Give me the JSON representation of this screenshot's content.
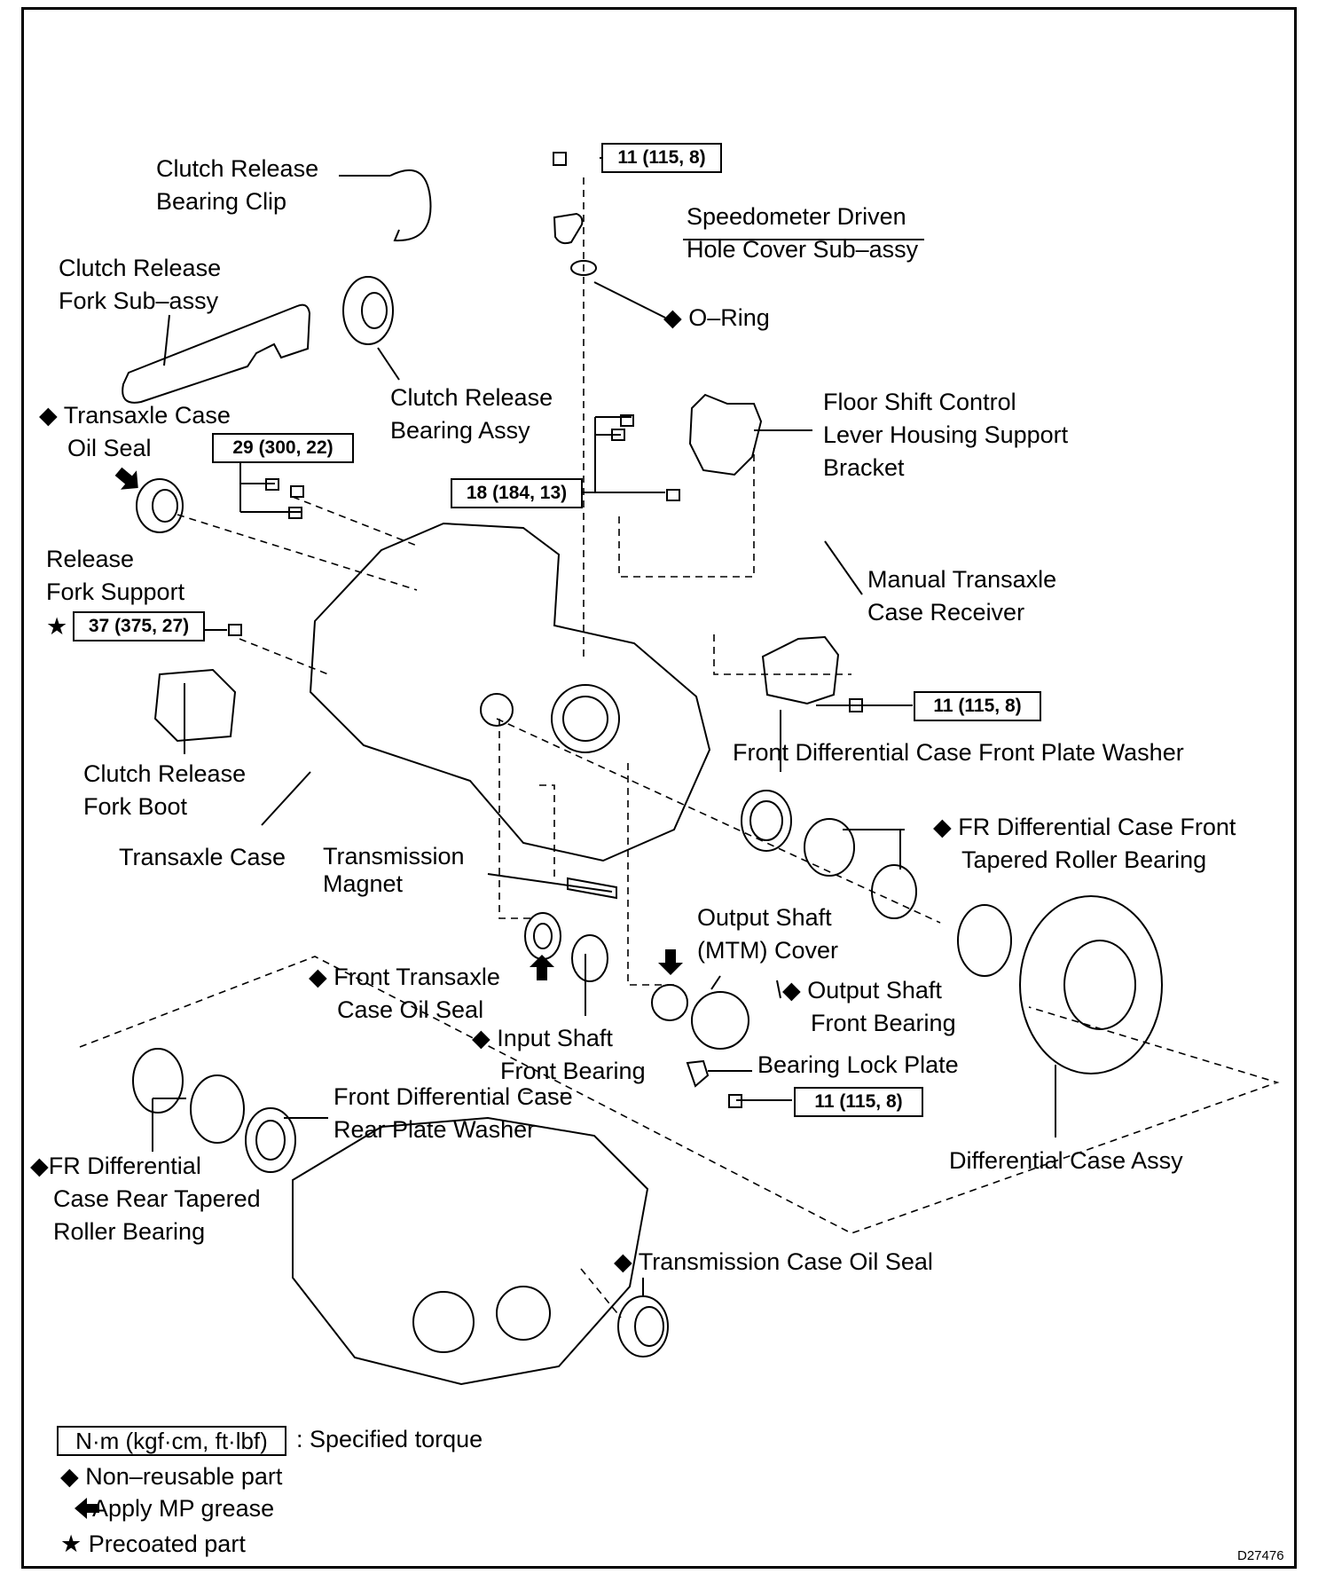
{
  "labels": {
    "clutch_release_bearing_clip": [
      "Clutch Release",
      "Bearing Clip"
    ],
    "clutch_release_fork": [
      "Clutch Release",
      "Fork Sub–assy"
    ],
    "transaxle_case_oil_seal": [
      "◆ Transaxle Case",
      "Oil Seal"
    ],
    "clutch_release_bearing_assy": [
      "Clutch Release",
      "Bearing Assy"
    ],
    "speedometer_cover": [
      "Speedometer Driven",
      "Hole Cover Sub–assy"
    ],
    "o_ring": "◆ O–Ring",
    "floor_shift_bracket": [
      "Floor Shift Control",
      "Lever Housing Support",
      "Bracket"
    ],
    "release_fork_support": [
      "Release",
      "Fork Support"
    ],
    "manual_transaxle_case_receiver": [
      "Manual Transaxle",
      "Case Receiver"
    ],
    "clutch_release_fork_boot": [
      "Clutch Release",
      "Fork Boot"
    ],
    "front_diff_front_plate_washer": "Front Differential Case Front Plate Washer",
    "transaxle_case": "Transaxle Case",
    "transmission_magnet": [
      "Transmission",
      "Magnet"
    ],
    "fr_diff_front_bearing": [
      "◆ FR Differential Case Front",
      "Tapered Roller Bearing"
    ],
    "output_shaft_cover": [
      "Output Shaft",
      "(MTM) Cover"
    ],
    "front_transaxle_case_oil_seal": [
      "◆ Front Transaxle",
      "Case Oil Seal"
    ],
    "output_shaft_front_bearing": [
      "◆ Output Shaft",
      "Front Bearing"
    ],
    "input_shaft_front_bearing": [
      "◆ Input Shaft",
      "Front Bearing"
    ],
    "bearing_lock_plate": "Bearing Lock Plate",
    "front_diff_rear_plate_washer": [
      "Front Differential Case",
      "Rear Plate Washer"
    ],
    "fr_diff_rear_bearing": [
      "◆FR Differential",
      "Case Rear Tapered",
      "Roller Bearing"
    ],
    "differential_case_assy": "Differential Case Assy",
    "transmission_case_oil_seal": "◆ Transmission Case Oil Seal"
  },
  "torques": {
    "speedo_bolt": "11 (115, 8)",
    "oil_seal_bolts": "29 (300, 22)",
    "bracket_bolts": "18 (184, 13)",
    "release_fork_support": "37 (375, 27)",
    "receiver_bolt": "11 (115, 8)",
    "lock_plate_bolt": "11 (115, 8)"
  },
  "precoat_star": "★",
  "legend": {
    "torque_unit": "N·m (kgf·cm, ft·lbf)",
    "torque_desc": ": Specified torque",
    "non_reusable": "◆ Non–reusable part",
    "apply_grease": "Apply MP grease",
    "precoated": "★ Precoated part"
  },
  "figure_code": "D27476"
}
